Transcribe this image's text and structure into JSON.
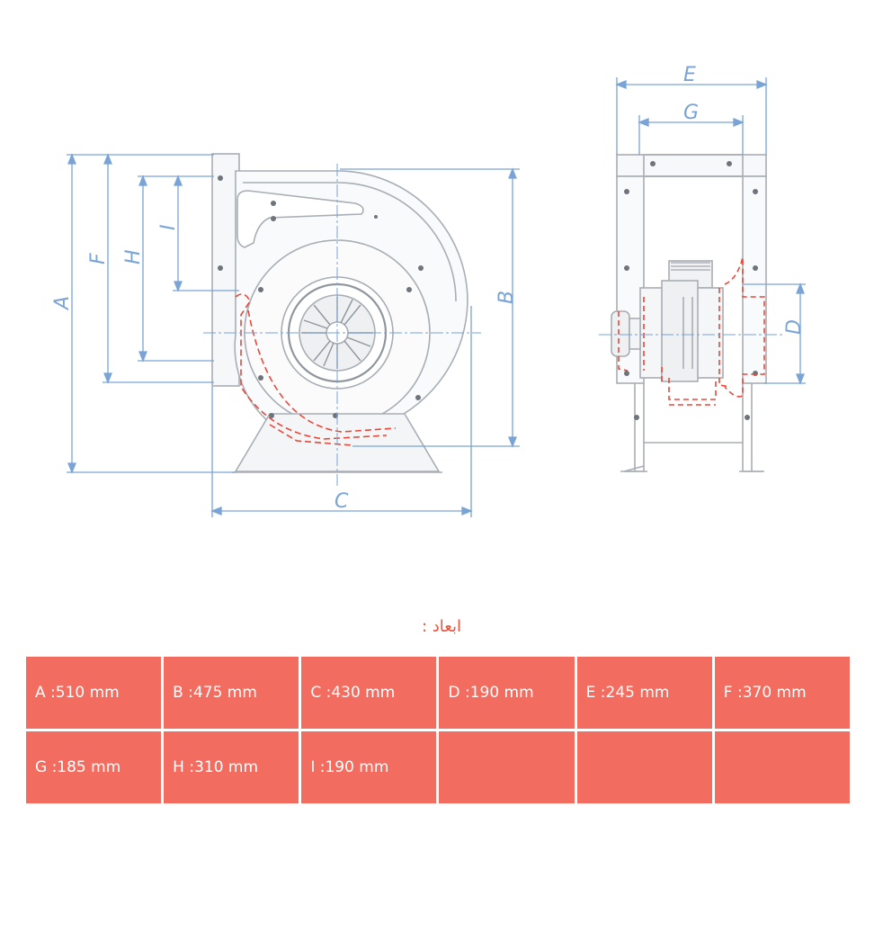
{
  "labels": {
    "A": "A",
    "B": "B",
    "C": "C",
    "D": "D",
    "E": "E",
    "F": "F",
    "G": "G",
    "H": "H",
    "I": "I"
  },
  "caption": "ابعاد :",
  "dimensions": [
    [
      "A :510 mm",
      "B :475 mm",
      "C :430 mm",
      "D :190 mm",
      "E :245 mm",
      "F :370 mm"
    ],
    [
      "G :185 mm",
      "H :310 mm",
      "I :190 mm",
      "",
      "",
      ""
    ]
  ],
  "colors": {
    "dimension_lines": "#7aa3d6",
    "hidden_lines": "#e8483a",
    "body": "#aab0b6",
    "table_fill": "#f26d60",
    "caption": "#f0503a"
  }
}
